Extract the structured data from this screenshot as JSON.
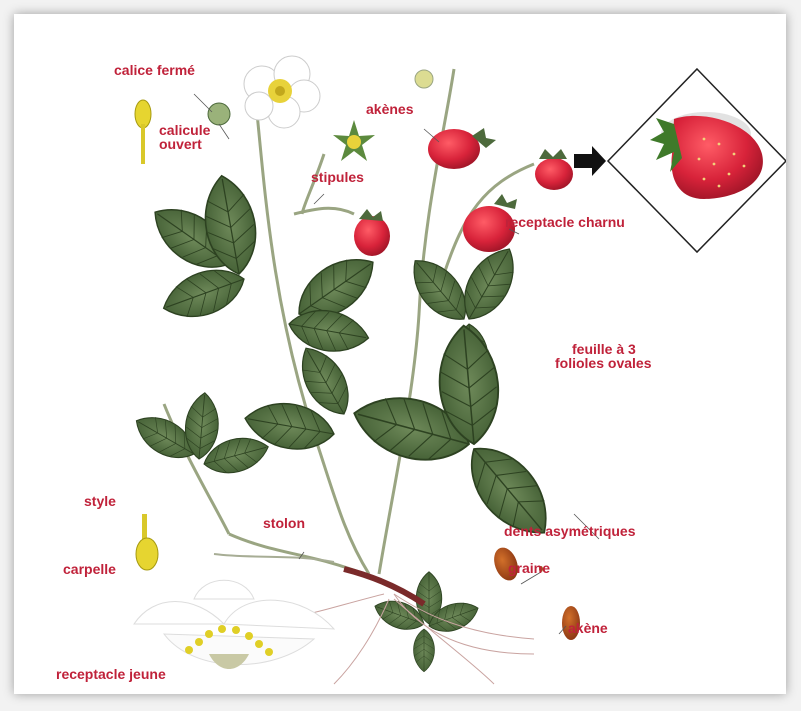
{
  "labels": {
    "calice_ferme": "calice fermé",
    "calicule_ouvert_1": "calicule",
    "calicule_ouvert_2": "ouvert",
    "akenes": "akènes",
    "stipules": "stipules",
    "receptacle_charnu": "receptacle charnu",
    "feuille_1": "feuille à 3",
    "feuille_2": "folioles ovales",
    "style": "style",
    "stolon": "stolon",
    "dents": "dents asymétriques",
    "carpelle": "carpelle",
    "graine": "graine",
    "akene": "akène",
    "receptacle_jeune": "receptacle jeune"
  },
  "colors": {
    "label": "#c0223a",
    "leaf": "#4d6a3c",
    "fruit": "#d8233a",
    "stem": "#9aa582",
    "flower": "#ffffff",
    "stamen": "#e8d23a"
  }
}
